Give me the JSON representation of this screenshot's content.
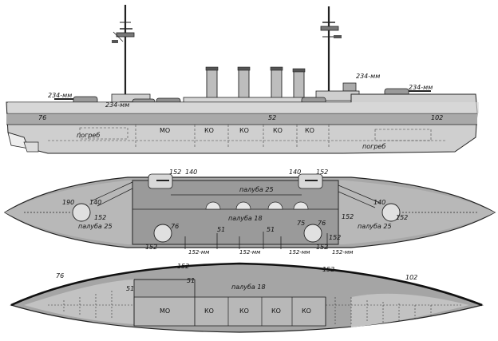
{
  "side_view": {
    "labels": {
      "gun_234_a": "234-мм",
      "gun_234_b": "234-мм",
      "gun_234_c": "234-мм",
      "gun_234_d": "234-мм",
      "frame_76": "76",
      "frame_52": "52",
      "frame_102": "102",
      "magazine_fwd": "погреб",
      "magazine_aft": "погреб"
    },
    "compartments": [
      "МО",
      "КО",
      "КО",
      "КО",
      "КО"
    ]
  },
  "upper_deck_plan": {
    "labels": {
      "n152_a": "152",
      "n140_a": "140",
      "n140_b": "140",
      "n152_b": "152",
      "deck_25_mid": "палуба 25",
      "n190": "190",
      "n140_c": "140",
      "n152_c": "152",
      "deck_18": "палуба 18",
      "n140_d": "140",
      "n152_d": "152",
      "deck_25_left": "палуба 25",
      "n76_a": "76",
      "n75": "75",
      "n76_b": "76",
      "n152_e": "152",
      "deck_25_right": "палуба 25",
      "n51_a": "51",
      "n51_b": "51",
      "n152_f": "152",
      "n152_g": "152",
      "n152_h": "152",
      "mm152_a": "152-мм",
      "mm152_b": "152-мм",
      "mm152_c": "152-мм",
      "mm152_d": "152-мм"
    }
  },
  "lower_deck_plan": {
    "labels": {
      "n152_top_a": "152",
      "n152_top_b": "152",
      "n76": "76",
      "n102": "102",
      "n51_a": "51",
      "n51_b": "51",
      "deck_18": "палуба 18"
    },
    "compartments": [
      "МО",
      "КО",
      "КО",
      "КО",
      "КО"
    ]
  }
}
